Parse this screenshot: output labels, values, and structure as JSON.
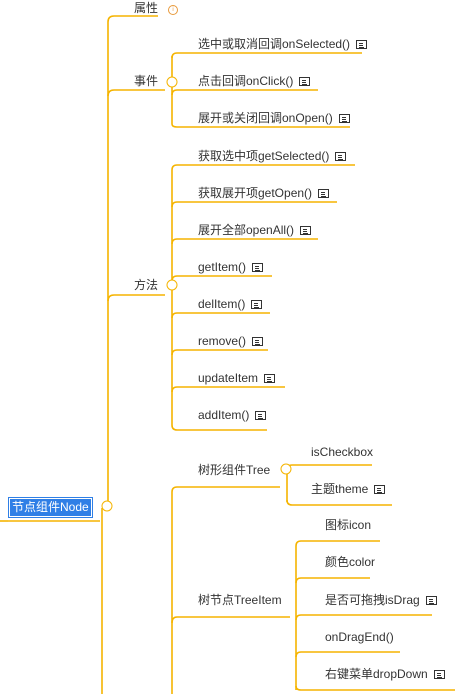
{
  "colors": {
    "branch": "#f5b400",
    "root_bg": "#2f7fe6",
    "collapse_circle": "#f5b400"
  },
  "root": {
    "label": "节点组件Node"
  },
  "property": {
    "label": "属性",
    "info_icon": "①"
  },
  "events": {
    "label": "事件",
    "items": [
      {
        "label": "选中或取消回调onSelected()",
        "note_icon": "note-icon"
      },
      {
        "label": "点击回调onClick()",
        "note_icon": "note-icon"
      },
      {
        "label": "展开或关闭回调onOpen()",
        "note_icon": "note-icon"
      }
    ]
  },
  "methods": {
    "label": "方法",
    "items": [
      {
        "label": "获取选中项getSelected()",
        "note_icon": "note-icon"
      },
      {
        "label": "获取展开项getOpen()",
        "note_icon": "note-icon"
      },
      {
        "label": "展开全部openAll()",
        "note_icon": "note-icon"
      },
      {
        "label": "getItem()",
        "note_icon": "note-icon"
      },
      {
        "label": "delItem()",
        "note_icon": "note-icon"
      },
      {
        "label": "remove()",
        "note_icon": "note-icon"
      },
      {
        "label": "updateItem",
        "note_icon": "note-icon"
      },
      {
        "label": "addItem()",
        "note_icon": "note-icon"
      }
    ]
  },
  "tree": {
    "label": "树形组件Tree",
    "items": [
      {
        "label": "isCheckbox"
      },
      {
        "label": "主题theme",
        "note_icon": "note-icon"
      }
    ]
  },
  "tree_item": {
    "label": "树节点TreeItem",
    "items": [
      {
        "label": "图标icon"
      },
      {
        "label": "颜色color"
      },
      {
        "label": "是否可拖拽isDrag",
        "note_icon": "note-icon"
      },
      {
        "label": "onDragEnd()"
      },
      {
        "label": "右键菜单dropDown",
        "note_icon": "note-icon"
      }
    ]
  }
}
